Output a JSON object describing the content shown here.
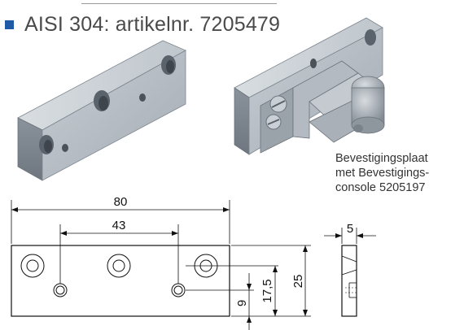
{
  "header": {
    "bullet_text": "AISI 304: artikelnr. 7205479"
  },
  "caption": {
    "line1": "Bevestigingsplaat",
    "line2": "met Bevestigings-",
    "line3": "console 5205197"
  },
  "drawing": {
    "dim_total": "80",
    "dim_center": "43",
    "dim_height": "25",
    "dim_hole_offset": "17,5",
    "dim_bottom_hole": "9",
    "dim_thickness": "5"
  },
  "colors": {
    "accent": "#1f5aa6",
    "metal_light": "#b9c0c7",
    "metal_mid": "#8d959e",
    "metal_dark": "#646c75"
  }
}
